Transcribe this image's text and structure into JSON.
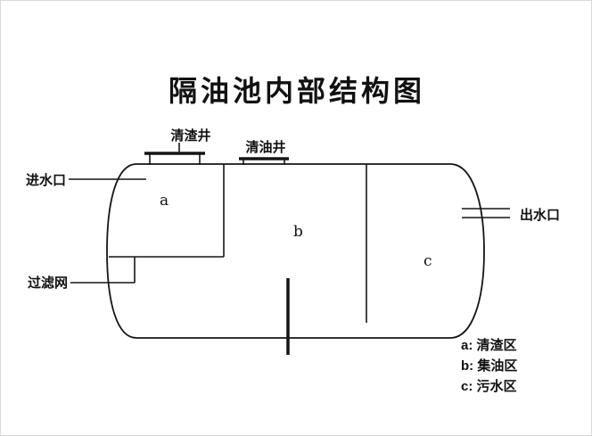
{
  "title": "隔油池内部结构图",
  "colors": {
    "title": "#00a651",
    "line": "#151515"
  },
  "diagram": {
    "labels": {
      "slag_well": "清渣井",
      "oil_well": "清油井",
      "inlet": "进水口",
      "outlet": "出水口",
      "filter": "过滤网",
      "zone_a": "a",
      "zone_b": "b",
      "zone_c": "c"
    },
    "legend": [
      {
        "label": "a: 清渣区"
      },
      {
        "label": "b: 集油区"
      },
      {
        "label": "c: 污水区"
      }
    ]
  }
}
